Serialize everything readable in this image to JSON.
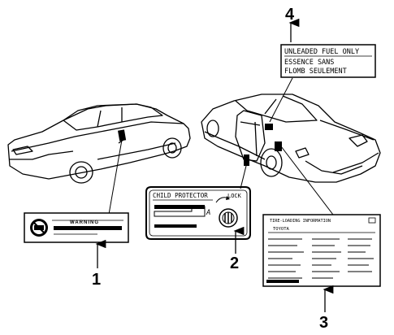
{
  "callouts": {
    "c1": "1",
    "c2": "2",
    "c3": "3",
    "c4": "4"
  },
  "labels": {
    "warning": "WARNING",
    "child_protector": "CHILD PROTECTOR",
    "lock": "LOCK",
    "lock_letter": "A",
    "tire_title": "TIRE-LOADING INFORMATION",
    "tire_brand": "TOYOTA",
    "fuel_line1": "UNLEADED FUEL ONLY",
    "fuel_line2": "ESSENCE  SANS",
    "fuel_line3": "FLOMB  SEULEMENT"
  }
}
